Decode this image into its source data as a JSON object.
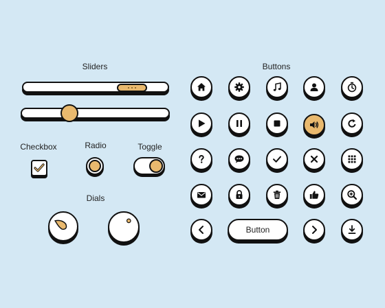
{
  "sections": {
    "sliders": "Sliders",
    "buttons": "Buttons",
    "checkbox": "Checkbox",
    "radio": "Radio",
    "toggle": "Toggle",
    "dials": "Dials"
  },
  "pill_button_label": "Button",
  "sliders": {
    "range_level": 0.82,
    "knob_level": 0.33
  },
  "checkbox_checked": true,
  "radio_selected": true,
  "toggle_on": true,
  "colors": {
    "background": "#d4e8f4",
    "accent": "#e9b96e",
    "outline": "#111111"
  },
  "icons": [
    "home-icon",
    "gear-icon",
    "music-note-icon",
    "user-icon",
    "timer-icon",
    "play-icon",
    "pause-icon",
    "stop-icon",
    "volume-icon",
    "refresh-icon",
    "help-icon",
    "chat-icon",
    "check-icon",
    "close-icon",
    "grid-icon",
    "mail-icon",
    "lock-icon",
    "trash-icon",
    "thumbs-up-icon",
    "zoom-in-icon",
    "chevron-left-icon",
    "chevron-right-icon",
    "download-icon"
  ]
}
